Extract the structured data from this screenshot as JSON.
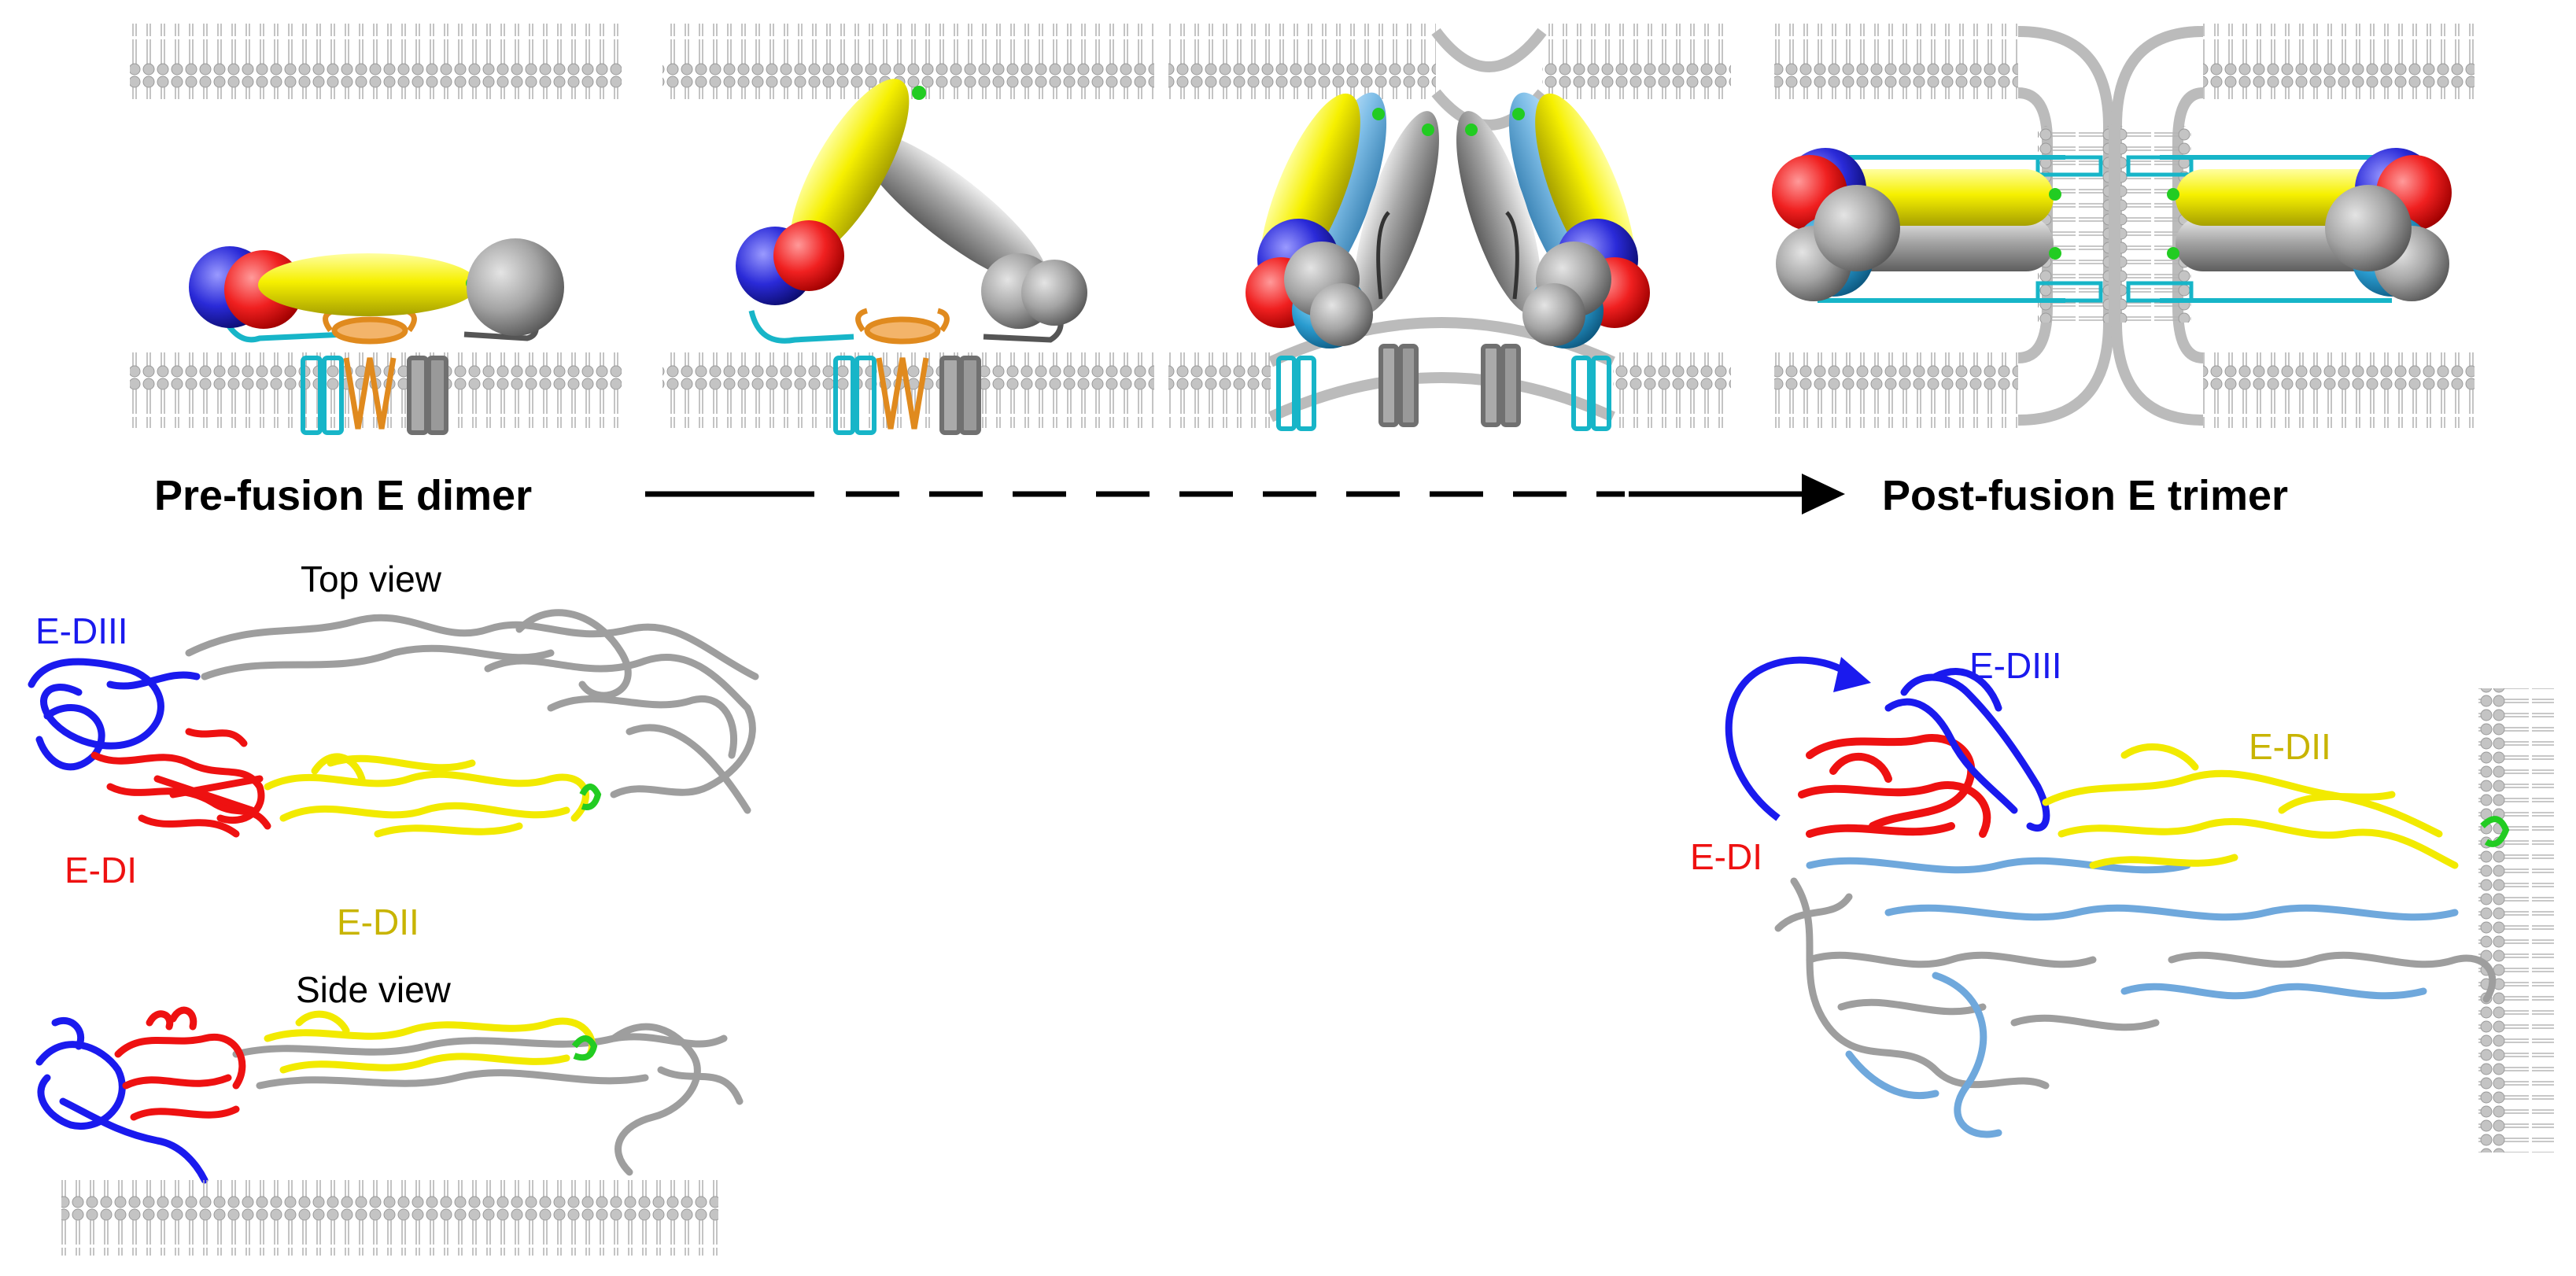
{
  "labels": {
    "pre_fusion": "Pre-fusion E dimer",
    "post_fusion": "Post-fusion E trimer",
    "top_view": "Top view",
    "side_view": "Side view",
    "pre_ediii": "E-DIII",
    "pre_edi": "E-DI",
    "pre_edii": "E-DII",
    "post_ediii": "E-DIII",
    "post_edi": "E-DI",
    "post_edii": "E-DII"
  },
  "colors": {
    "edi": "#ff0000",
    "edii": "#ffff00",
    "ediii": "#1a1aee",
    "grey_domain": "#a0a0a0",
    "light_blue": "#6fa8dc",
    "cyan_stem": "#17b5c8",
    "orange_protein": "#e08a1e",
    "fusion_loop": "#22cc22",
    "lipid": "#bdbdbd",
    "ediii_label": "#1a1aee",
    "edi_label": "#ee1111",
    "edii_label": "#c8b400"
  },
  "icons": {
    "arrow": "dashed-arrow-right",
    "rotation": "curved-arrow"
  }
}
